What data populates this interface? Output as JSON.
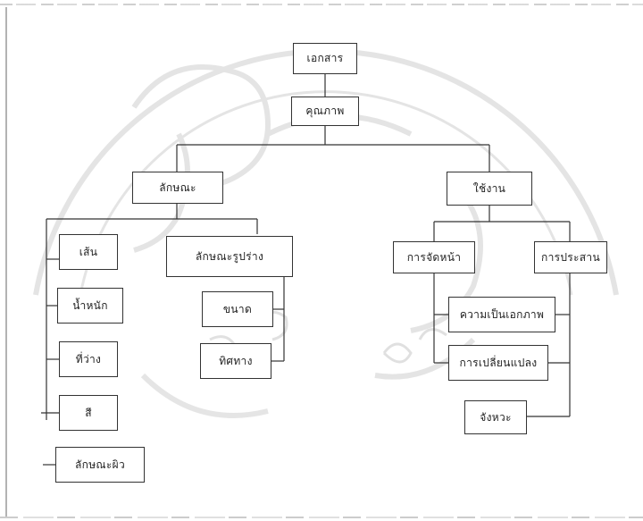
{
  "diagram": {
    "root": "เอกสาร",
    "level1": "คุณภาพ",
    "branch_left": "ลักษณะ",
    "branch_right": "ใช้งาน",
    "left_col1": [
      "เส้น",
      "น้ำหนัก",
      "ที่ว่าง",
      "สี",
      "ลักษณะผิว"
    ],
    "left_col2": [
      "ลักษณะรูปร่าง",
      "ขนาด",
      "ทิศทาง"
    ],
    "right_col1": "การจัดหน้า",
    "right_col2": "การประสาน",
    "right_items": [
      "ความเป็นเอกภาพ",
      "การเปลี่ยนแปลง",
      "จังหวะ"
    ]
  },
  "colors": {
    "line": "#333333",
    "watermark": "#c8c8c8"
  }
}
